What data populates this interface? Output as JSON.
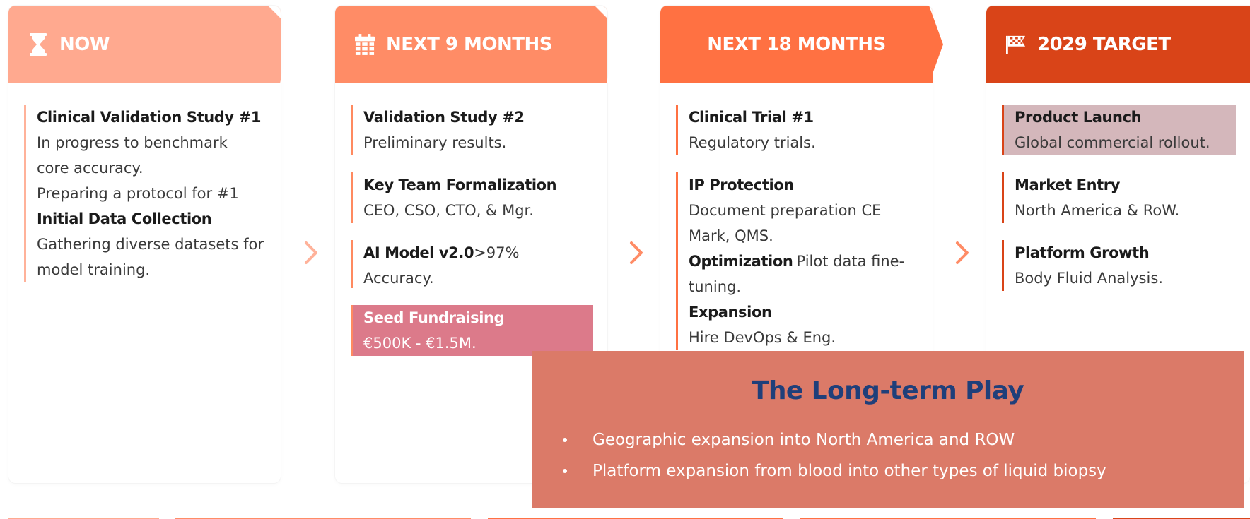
{
  "columns": [
    {
      "header": "NOW",
      "icon": "hourglass-icon",
      "items": [
        {
          "title": "Clinical Validation Study #1",
          "lines": [
            "In progress to benchmark",
            "core accuracy.",
            "Preparing a protocol for #1"
          ]
        },
        {
          "title": "Initial Data Collection",
          "lines": [
            "Gathering diverse datasets for",
            "model training."
          ]
        }
      ]
    },
    {
      "header": "NEXT 9 MONTHS",
      "icon": "calendar-icon",
      "items": [
        {
          "title": "Validation Study #2",
          "lines": [
            "Preliminary results."
          ]
        },
        {
          "title": "Key Team Formalization",
          "lines": [
            "CEO, CSO, CTO, & Mgr."
          ]
        },
        {
          "title": "AI Model v2.0",
          "inline_text": ">97% Accuracy."
        },
        {
          "title": "Seed Fundraising",
          "lines": [
            "€500K - €1.5M."
          ],
          "highlight": "pink"
        }
      ]
    },
    {
      "header": "NEXT 18 MONTHS",
      "items": [
        {
          "title": "Clinical Trial #1",
          "lines": [
            "Regulatory trials."
          ]
        },
        {
          "title": "IP Protection",
          "lines": [
            "Document preparation CE",
            "Mark, QMS."
          ]
        },
        {
          "title": "Optimization",
          "inline_text": "Pilot data fine-",
          "lines": [
            "tuning."
          ]
        },
        {
          "title": "Expansion",
          "lines": [
            "Hire DevOps & Eng."
          ]
        }
      ]
    },
    {
      "header": "2029 TARGET",
      "icon": "checkered-flag-icon",
      "items": [
        {
          "title": "Product Launch",
          "lines": [
            "Global commercial rollout."
          ],
          "highlight": "mauve"
        },
        {
          "title": "Market Entry",
          "lines": [
            "North America & RoW."
          ]
        },
        {
          "title": "Platform Growth",
          "lines": [
            "Body Fluid Analysis."
          ]
        }
      ]
    }
  ],
  "play": {
    "title": "The Long-term Play",
    "bullets": [
      "Geographic expansion into North America and ROW",
      "Platform expansion from blood into other types of liquid biopsy"
    ]
  },
  "colors": {
    "now": "#ffa98f",
    "next9": "#ff8c66",
    "next18": "#ff7142",
    "target": "#d94418",
    "play_bg": "#db7a68",
    "play_title": "#1f3f7a",
    "highlight_pink": "#dc7a8a",
    "highlight_mauve": "#d4b7bb"
  }
}
